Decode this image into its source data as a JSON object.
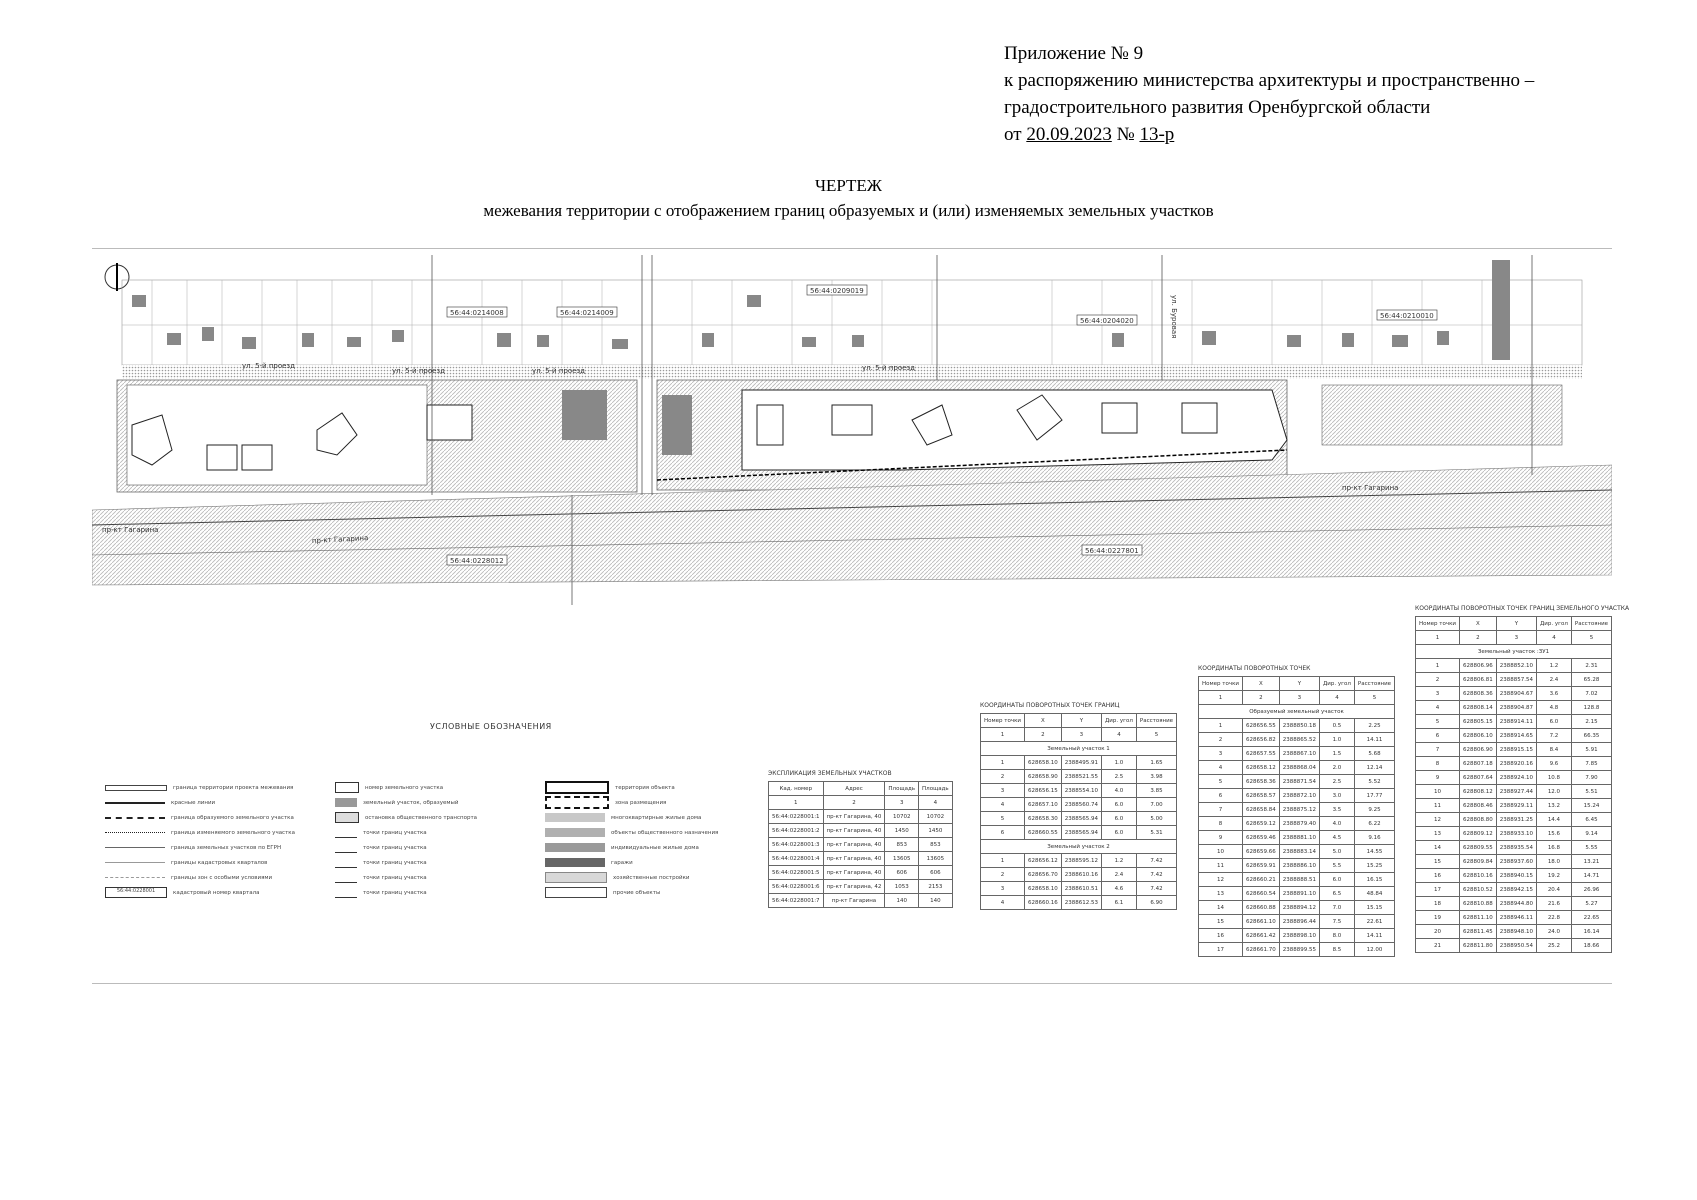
{
  "annex": {
    "line1": "Приложение № 9",
    "line2": "к распоряжению министерства архитектуры и пространственно –",
    "line3": "градостроительного развития Оренбургской области",
    "line4_prefix": "от ",
    "line4_date": "20.09.2023",
    "line4_mid": " № ",
    "line4_num": "13-р"
  },
  "title": {
    "main": "ЧЕРТЕЖ",
    "sub": "межевания территории с отображением границ образуемых и (или) изменяемых земельных участков"
  },
  "map": {
    "streets": [
      "ул. 5-й проезд",
      "ул. 5-й проезд",
      "ул. 5-й проезд",
      "ул. 5-й проезд",
      "пр-кт Гагарина",
      "пр-кт Гагарина",
      "пр-кт Гагарина",
      "ул. Буровая"
    ],
    "cadastral_blocks": [
      "56:44:0214008",
      "56:44:0214009",
      "56:44:0209019",
      "56:44:0204020",
      "56:44:0210010",
      "56:44:0228012",
      "56:44:0227801"
    ]
  },
  "legend": {
    "title": "УСЛОВНЫЕ ОБОЗНАЧЕНИЯ",
    "col1": [
      "граница территории проекта межевания",
      "красные линии",
      "граница образуемого земельного участка",
      "граница изменяемого земельного участка",
      "граница земельных участков по ЕГРН",
      "границы кадастровых кварталов",
      "границы зон с особыми условиями",
      "кадастровый номер квартала"
    ],
    "col2": [
      "номер земельного участка",
      "земельный участок, образуемый",
      "остановка общественного транспорта",
      "точки границ участка",
      "точки границ участка",
      "точки границ участка",
      "точки границ участка",
      "точки границ участка"
    ],
    "col3": [
      "территория объекта",
      "зона размещения",
      "многоквартирные жилые дома",
      "объекты общественного назначения",
      "индивидуальные жилые дома",
      "гаражи",
      "хозяйственные постройки",
      "прочие объекты"
    ],
    "block_code": "56:44:0228001"
  },
  "tables": {
    "t1": {
      "caption": "ЭКСПЛИКАЦИЯ ЗЕМЕЛЬНЫХ УЧАСТКОВ",
      "header": [
        "Кад. номер",
        "Адрес",
        "Площадь",
        "Площадь"
      ],
      "nums": [
        "1",
        "2",
        "3",
        "4"
      ],
      "rows": [
        [
          "56:44:0228001:1",
          "пр-кт Гагарина, 40",
          "10702",
          "10702"
        ],
        [
          "56:44:0228001:2",
          "пр-кт Гагарина, 40",
          "1450",
          "1450"
        ],
        [
          "56:44:0228001:3",
          "пр-кт Гагарина, 40",
          "853",
          "853"
        ],
        [
          "56:44:0228001:4",
          "пр-кт Гагарина, 40",
          "13605",
          "13605"
        ],
        [
          "56:44:0228001:5",
          "пр-кт Гагарина, 40",
          "606",
          "606"
        ],
        [
          "56:44:0228001:6",
          "пр-кт Гагарина, 42",
          "1053",
          "2153"
        ],
        [
          "56:44:0228001:7",
          "пр-кт Гагарина",
          "140",
          "140"
        ]
      ]
    },
    "t2": {
      "caption": "КООРДИНАТЫ ПОВОРОТНЫХ ТОЧЕК ГРАНИЦ",
      "header": [
        "Номер точки",
        "X",
        "Y",
        "Дир. угол",
        "Расстояние"
      ],
      "nums": [
        "1",
        "2",
        "3",
        "4",
        "5"
      ],
      "group1": "Земельный участок 1",
      "rows1": [
        [
          "1",
          "628658.10",
          "2388495.91",
          "1.0",
          "1.65"
        ],
        [
          "2",
          "628658.90",
          "2388521.55",
          "2.5",
          "3.98"
        ],
        [
          "3",
          "628656.15",
          "2388554.10",
          "4.0",
          "3.85"
        ],
        [
          "4",
          "628657.10",
          "2388560.74",
          "6.0",
          "7.00"
        ],
        [
          "5",
          "628658.30",
          "2388565.94",
          "6.0",
          "5.00"
        ],
        [
          "6",
          "628660.55",
          "2388565.94",
          "6.0",
          "5.31"
        ]
      ],
      "group2": "Земельный участок 2",
      "rows2": [
        [
          "1",
          "628656.12",
          "2388595.12",
          "1.2",
          "7.42"
        ],
        [
          "2",
          "628656.70",
          "2388610.16",
          "2.4",
          "7.42"
        ],
        [
          "3",
          "628658.10",
          "2388610.51",
          "4.6",
          "7.42"
        ],
        [
          "4",
          "628660.16",
          "2388612.53",
          "6.1",
          "6.90"
        ]
      ]
    },
    "t3": {
      "caption": "КООРДИНАТЫ ПОВОРОТНЫХ ТОЧЕК",
      "header": [
        "Номер точки",
        "X",
        "Y",
        "Дир. угол",
        "Расстояние"
      ],
      "nums": [
        "1",
        "2",
        "3",
        "4",
        "5"
      ],
      "group1": "Образуемый земельный участок",
      "rows": [
        [
          "1",
          "628656.55",
          "2388850.18",
          "0.5",
          "2.25"
        ],
        [
          "2",
          "628656.82",
          "2388865.52",
          "1.0",
          "14.11"
        ],
        [
          "3",
          "628657.55",
          "2388867.10",
          "1.5",
          "5.68"
        ],
        [
          "4",
          "628658.12",
          "2388868.04",
          "2.0",
          "12.14"
        ],
        [
          "5",
          "628658.36",
          "2388871.54",
          "2.5",
          "5.52"
        ],
        [
          "6",
          "628658.57",
          "2388872.10",
          "3.0",
          "17.77"
        ],
        [
          "7",
          "628658.84",
          "2388875.12",
          "3.5",
          "9.25"
        ],
        [
          "8",
          "628659.12",
          "2388879.40",
          "4.0",
          "6.22"
        ],
        [
          "9",
          "628659.46",
          "2388881.10",
          "4.5",
          "9.16"
        ],
        [
          "10",
          "628659.66",
          "2388883.14",
          "5.0",
          "14.55"
        ],
        [
          "11",
          "628659.91",
          "2388886.10",
          "5.5",
          "15.25"
        ],
        [
          "12",
          "628660.21",
          "2388888.51",
          "6.0",
          "16.15"
        ],
        [
          "13",
          "628660.54",
          "2388891.10",
          "6.5",
          "48.84"
        ],
        [
          "14",
          "628660.88",
          "2388894.12",
          "7.0",
          "15.15"
        ],
        [
          "15",
          "628661.10",
          "2388896.44",
          "7.5",
          "22.61"
        ],
        [
          "16",
          "628661.42",
          "2388898.10",
          "8.0",
          "14.11"
        ],
        [
          "17",
          "628661.70",
          "2388899.55",
          "8.5",
          "12.00"
        ]
      ]
    },
    "t4": {
      "caption": "КООРДИНАТЫ ПОВОРОТНЫХ ТОЧЕК ГРАНИЦ ЗЕМЕЛЬНОГО УЧАСТКА",
      "header": [
        "Номер точки",
        "X",
        "Y",
        "Дир. угол",
        "Расстояние"
      ],
      "nums": [
        "1",
        "2",
        "3",
        "4",
        "5"
      ],
      "group1": "Земельный участок :ЗУ1",
      "rows": [
        [
          "1",
          "628806.96",
          "2388852.10",
          "1.2",
          "2.31"
        ],
        [
          "2",
          "628806.81",
          "2388857.54",
          "2.4",
          "65.28"
        ],
        [
          "3",
          "628808.36",
          "2388904.67",
          "3.6",
          "7.02"
        ],
        [
          "4",
          "628808.14",
          "2388904.87",
          "4.8",
          "128.8"
        ],
        [
          "5",
          "628805.15",
          "2388914.11",
          "6.0",
          "2.15"
        ],
        [
          "6",
          "628806.10",
          "2388914.65",
          "7.2",
          "66.35"
        ],
        [
          "7",
          "628806.90",
          "2388915.15",
          "8.4",
          "5.91"
        ],
        [
          "8",
          "628807.18",
          "2388920.16",
          "9.6",
          "7.85"
        ],
        [
          "9",
          "628807.64",
          "2388924.10",
          "10.8",
          "7.90"
        ],
        [
          "10",
          "628808.12",
          "2388927.44",
          "12.0",
          "5.51"
        ],
        [
          "11",
          "628808.46",
          "2388929.11",
          "13.2",
          "15.24"
        ],
        [
          "12",
          "628808.80",
          "2388931.25",
          "14.4",
          "6.45"
        ],
        [
          "13",
          "628809.12",
          "2388933.10",
          "15.6",
          "9.14"
        ],
        [
          "14",
          "628809.55",
          "2388935.54",
          "16.8",
          "5.55"
        ],
        [
          "15",
          "628809.84",
          "2388937.60",
          "18.0",
          "13.21"
        ],
        [
          "16",
          "628810.16",
          "2388940.15",
          "19.2",
          "14.71"
        ],
        [
          "17",
          "628810.52",
          "2388942.15",
          "20.4",
          "26.96"
        ],
        [
          "18",
          "628810.88",
          "2388944.80",
          "21.6",
          "5.27"
        ],
        [
          "19",
          "628811.10",
          "2388946.11",
          "22.8",
          "22.65"
        ],
        [
          "20",
          "628811.45",
          "2388948.10",
          "24.0",
          "16.14"
        ],
        [
          "21",
          "628811.80",
          "2388950.54",
          "25.2",
          "18.66"
        ]
      ]
    }
  }
}
